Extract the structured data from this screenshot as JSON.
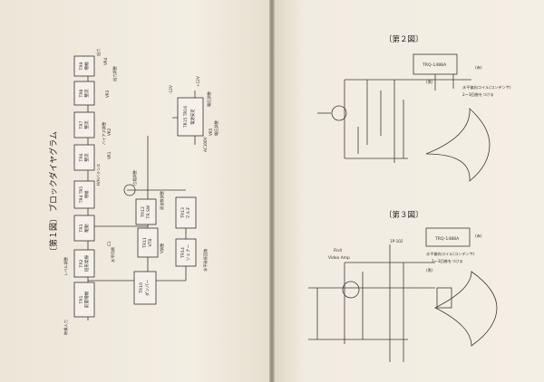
{
  "left_page": {
    "title": "〔第１図〕 ブロックダイヤグラム",
    "blocks": {
      "tr1": {
        "name": "TR1",
        "sub": "前置増幅"
      },
      "tr2": {
        "name": "TR2",
        "sub": "短形発振"
      },
      "tr3": {
        "name": "TR3",
        "sub": "駆動"
      },
      "tr45": {
        "name": "TR4 TR5",
        "sub": "増幅"
      },
      "tr6": {
        "name": "TR6",
        "sub": "整流"
      },
      "tr7": {
        "name": "TR7",
        "sub": "整流"
      },
      "tr8": {
        "name": "TR8",
        "sub": "整流"
      },
      "tr9": {
        "name": "TR9",
        "sub": "増幅"
      },
      "tr10": {
        "name": "TR10",
        "sub": "ダンパー"
      },
      "tr11": {
        "name": "TR11",
        "sub": "VTB"
      },
      "tr12": {
        "name": "TR12",
        "sub": "TR SW"
      },
      "tr13": {
        "name": "TR13",
        "sub": "マルチ"
      },
      "tr14": {
        "name": "TR14",
        "sub": "ツェナー"
      },
      "tr15": {
        "name": "TR15 TR16",
        "sub": "電源安定"
      }
    },
    "labels": {
      "input": "映像入力",
      "c1": "C1",
      "level_adjust": "レベル調整",
      "sync_adjust": "水平同期",
      "hbalance": "H/Hバランス",
      "bias": "バイアス調整",
      "vr1": "VR1",
      "vr2": "VR2",
      "vr3": "VR3",
      "vr4": "VR4",
      "output_adjust": "出力調整",
      "output": "出力",
      "freq_adjust": "周波数調整",
      "phase_adjust": "位相調整",
      "v_adjust": "V調整",
      "h_osc": "水平発振回路",
      "dc_in": "-12V",
      "voltage_adjust": "電圧調整",
      "ac_input": "AC100V",
      "vr5": "VR5",
      "regulator_adjust": "電圧調整",
      "dc_out": "+12V"
    }
  },
  "right_page": {
    "fig2": {
      "title": "〔第２図〕",
      "part": "TRQ-1488A",
      "note1": "水平偏向コイル(コンデンサ)",
      "note2": "2～3回巻をつける",
      "red_label": "(赤)",
      "black_label": "(黒)"
    },
    "fig3": {
      "title": "〔第３図〕",
      "part": "TRQ-1488A",
      "tube_label1": "Fin4",
      "tube_label2": "Video Amp",
      "tap_label": "1P-102",
      "note1": "水平偏向コイル(コンデンサ)",
      "note2": "2～3回巻をつける",
      "red_label": "(赤)",
      "black_label": "(黒)"
    }
  },
  "colors": {
    "paper": "#f1ece0",
    "ink": "#333333",
    "background": "#2a2522"
  }
}
